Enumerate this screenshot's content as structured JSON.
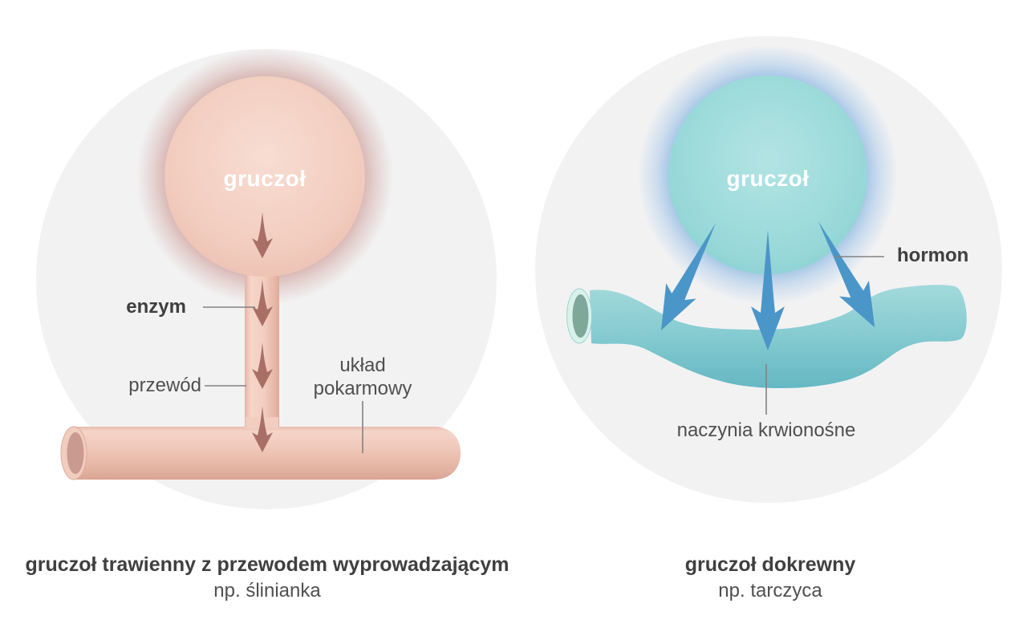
{
  "left": {
    "gland_label": "gruczoł",
    "labels": {
      "enzym": "enzym",
      "przewod": "przewód",
      "uklad": "układ pokarmowy"
    },
    "caption": {
      "title": "gruczoł trawienny z przewodem wyprowadzającym",
      "subtitle": "np. ślinianka"
    }
  },
  "right": {
    "gland_label": "gruczoł",
    "labels": {
      "hormon": "hormon",
      "naczynia": "naczynia krwionośne"
    },
    "caption": {
      "title": "gruczoł dokrewny",
      "subtitle": "np. tarczyca"
    }
  },
  "colors": {
    "background_circle": "#f2f2f3",
    "left_gland": "#f0c8ba",
    "left_glow": "#ba766f",
    "left_duct": "#f3cec0",
    "left_tube": "#eec5b5",
    "left_arrow": "#a96f66",
    "right_gland": "#93d5d6",
    "right_glow": "#5c9bd8",
    "right_arrow": "#4b96c8",
    "blood_vessel": "#7cc6cc",
    "label_text": "#4f4f4f",
    "gland_label_text": "#ffffff"
  }
}
